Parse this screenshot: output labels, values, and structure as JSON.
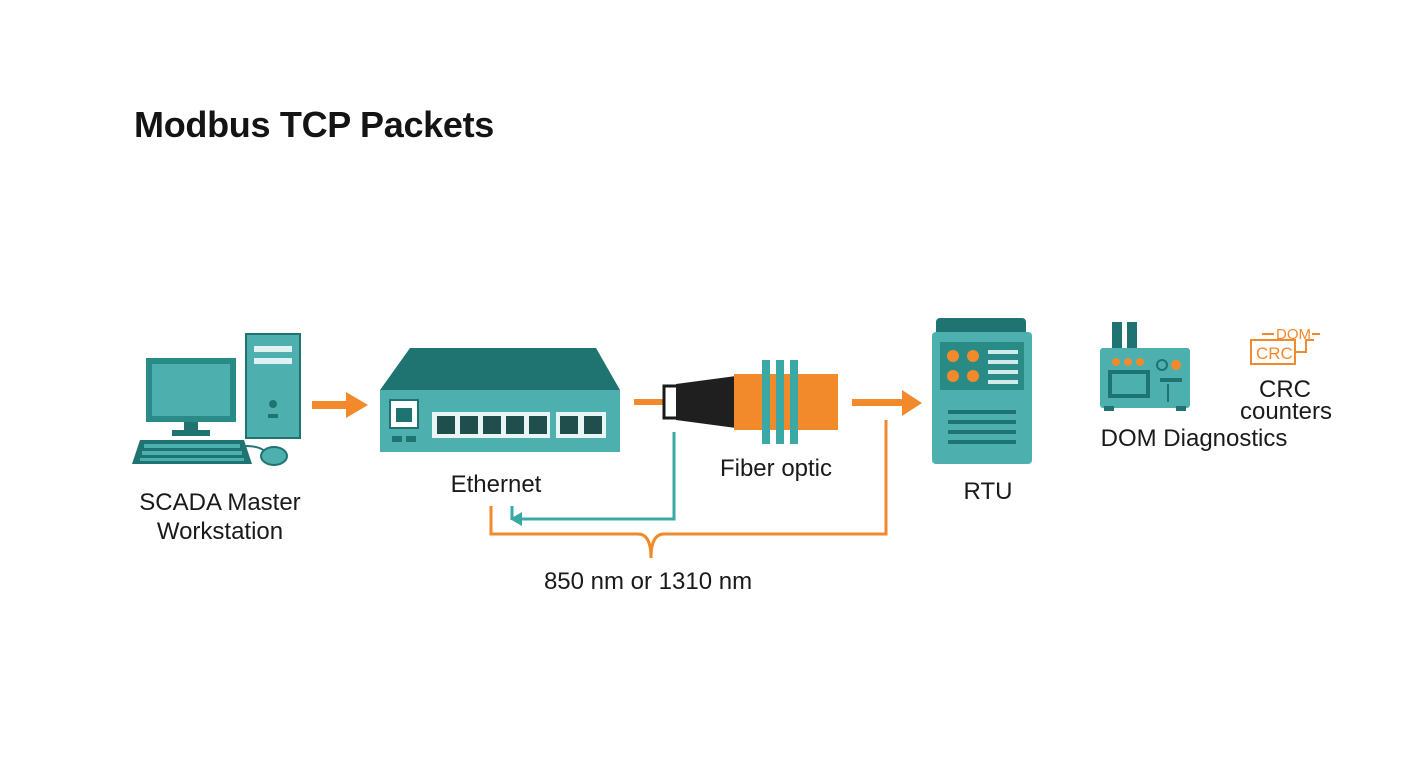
{
  "title": "Modbus TCP Packets",
  "labels": {
    "scada_line1": "SCADA Master",
    "scada_line2": "Workstation",
    "ethernet": "Ethernet",
    "fiber": "Fiber optic",
    "rtu": "RTU",
    "dom": "DOM Diagnostics",
    "crc_line1": "CRC",
    "crc_line2": "counters",
    "wavelength": "850 nm or 1310 nm"
  },
  "icon_text": {
    "dom": "DOM",
    "crc": "CRC"
  },
  "colors": {
    "teal": "#4db0ae",
    "teal_dark": "#1f7471",
    "orange": "#f28a2b",
    "text": "#1a1a1a"
  }
}
